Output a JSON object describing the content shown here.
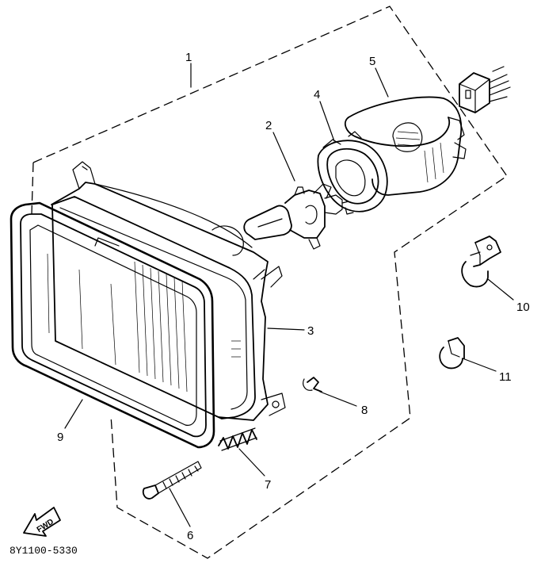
{
  "callouts": [
    {
      "id": "1",
      "label": "1"
    },
    {
      "id": "2",
      "label": "2"
    },
    {
      "id": "3",
      "label": "3"
    },
    {
      "id": "4",
      "label": "4"
    },
    {
      "id": "5",
      "label": "5"
    },
    {
      "id": "6",
      "label": "6"
    },
    {
      "id": "7",
      "label": "7"
    },
    {
      "id": "8",
      "label": "8"
    },
    {
      "id": "9",
      "label": "9"
    },
    {
      "id": "10",
      "label": "10"
    },
    {
      "id": "11",
      "label": "11"
    }
  ],
  "direction_marker": {
    "label": "FWD"
  },
  "part_code": "8Y1100-5330"
}
